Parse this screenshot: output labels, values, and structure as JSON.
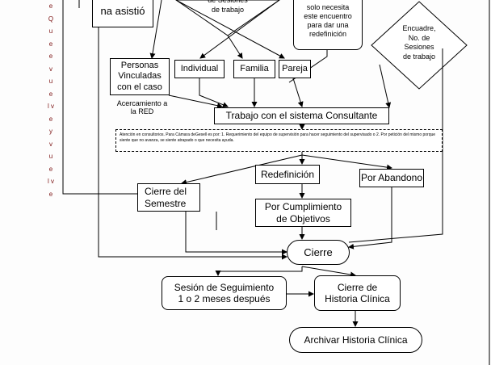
{
  "side_text": "e Q u e \n e v u e l v e \n y v u e l v e",
  "nodes": {
    "na_asistio": "na asistió",
    "sesiones_top": "de Sesiones\nde trabajo",
    "redefinicion_note": "solo necesita\neste encuentro\npara dar una\nredefinición",
    "encuadre": "Encuadre,\nNo. de\nSesiones\nde trabajo",
    "personas": "Personas\nVinculadas\ncon el caso",
    "acercamiento": "Acercamiento a\nla RED",
    "individual": "Individual",
    "familia": "Familia",
    "pareja": "Pareja",
    "trabajo": "Trabajo con el sistema Consultante",
    "atencion_note": "Atención en consultorios. Para Cámara deGesell es por: 1. Requerimiento del equipo de supervisión para hacer seguimiento del supervisado o 2. Por petición del mismo porque siente que no avanza, se siente atrapado o que necesita ayuda.",
    "redefinicion": "Redefinición",
    "abandono": "Por Abandono",
    "cierre_semestre": "Cierre del\nSemestre",
    "cumplimiento": "Por Cumplimiento\nde Objetivos",
    "cierre": "Cierre",
    "seguimiento": "Sesión de Seguimiento\n1 o 2 meses después",
    "cierre_historia": "Cierre de\nHistoria Clínica",
    "archivar": "Archivar Historia Clínica"
  }
}
